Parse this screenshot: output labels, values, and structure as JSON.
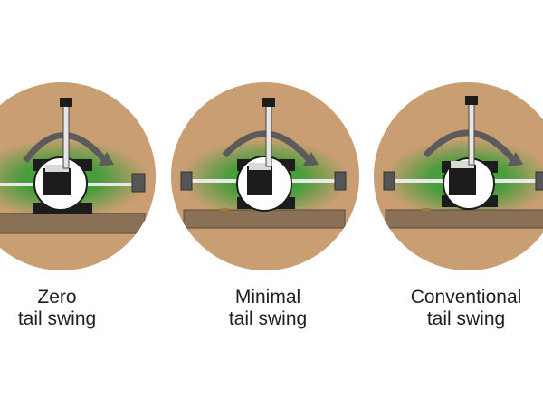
{
  "panels": [
    {
      "label_line1": "Zero",
      "label_line2": "tail swing"
    },
    {
      "label_line1": "Minimal",
      "label_line2": "tail swing"
    },
    {
      "label_line1": "Conventional",
      "label_line2": "tail swing"
    }
  ],
  "colors": {
    "disc": "#c99e72",
    "ground": "#8a7156",
    "swing_glow": "#1f9c2a",
    "swing_arrow": "#5b5b5b",
    "machine": "#1c1c1c",
    "counterweight": "#ffffff"
  }
}
